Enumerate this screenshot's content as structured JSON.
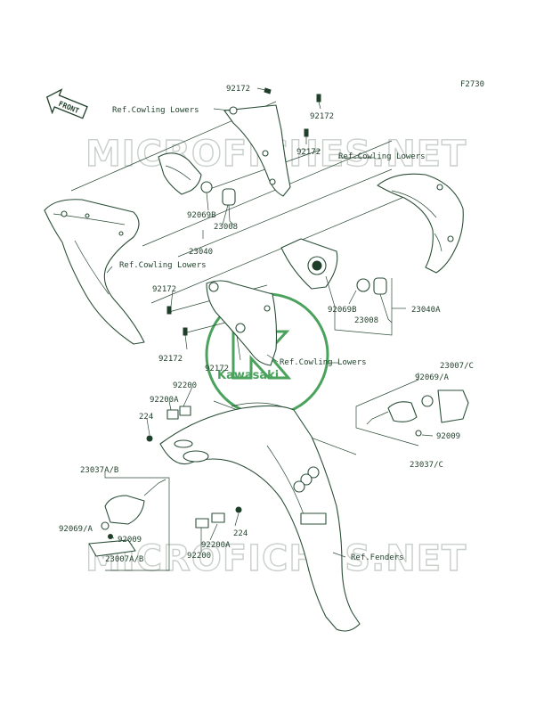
{
  "figure_code": "F2730",
  "front_label": "FRONT",
  "brand_logo": "Kawasaki",
  "watermark": "MICROFICHES.NET",
  "colors": {
    "ink": "#1f3f2a",
    "watermark": "#c9cfcb",
    "logo": "#4aa25d"
  },
  "labels": {
    "p92172_top": "92172",
    "p92172_a": "92172",
    "p92172_b": "92172",
    "p92172_c": "92172",
    "p92172_d": "92172",
    "p92172_e": "92172",
    "ref_cowling_1": "Ref.Cowling Lowers",
    "ref_cowling_2": "Ref.Cowling Lowers",
    "ref_cowling_3": "Ref.Cowling Lowers",
    "ref_cowling_4": "Ref.Cowling Lowers",
    "ref_fenders": "Ref.Fenders",
    "p92069b_a": "92069B",
    "p92069b_b": "92069B",
    "p23008_a": "23008",
    "p23008_b": "23008",
    "p23040": "23040",
    "p23040a": "23040A",
    "p23007c": "23007/C",
    "p92069a_r": "92069/A",
    "p92009_r": "92009",
    "p23037c": "23037/C",
    "p92200_a": "92200",
    "p92200a_a": "92200A",
    "p224_a": "224",
    "p23037ab": "23037A/B",
    "p92069a_l": "92069/A",
    "p92009_l": "92009",
    "p23007ab": "23007A/B",
    "p224_b": "224",
    "p92200a_b": "92200A",
    "p92200_b": "92200"
  }
}
